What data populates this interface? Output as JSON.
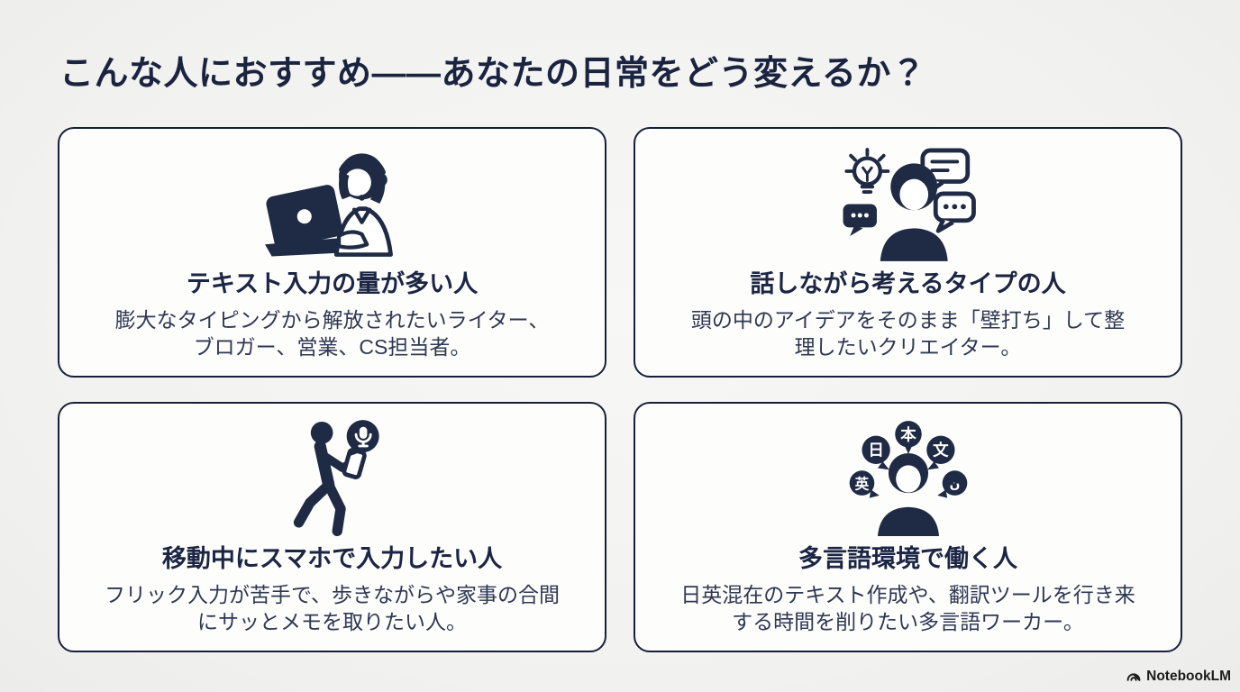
{
  "page": {
    "title": "こんな人におすすめ——あなたの日常をどう変えるか？",
    "background_color": "#f2f2f0",
    "card_background": "#fdfdfc",
    "accent_navy": "#1f2a44",
    "border_color": "#16203a",
    "body_text_color": "#2e3852"
  },
  "cards": [
    {
      "icon": "support-agent-typing-laptop-icon",
      "title": "テキスト入力の量が多い人",
      "description": "膨大なタイピングから解放されたいライター、ブロガー、営業、CS担当者。"
    },
    {
      "icon": "thinking-aloud-speech-bubbles-icon",
      "title": "話しながら考えるタイプの人",
      "description": "頭の中のアイデアをそのまま「壁打ち」して整理したいクリエイター。"
    },
    {
      "icon": "walking-voice-input-phone-icon",
      "title": "移動中にスマホで入力したい人",
      "description": "フリック入力が苦手で、歩きながらや家事の合間にサッとメモを取りたい人。"
    },
    {
      "icon": "multilingual-speech-bubbles-icon",
      "title": "多言語環境で働く人",
      "description": "日英混在のテキスト作成や、翻訳ツールを行き来する時間を削りたい多言語ワーカー。",
      "bubble_labels": [
        "日",
        "本",
        "文",
        "英",
        "ن"
      ]
    }
  ],
  "footer": {
    "brand": "NotebookLM"
  }
}
